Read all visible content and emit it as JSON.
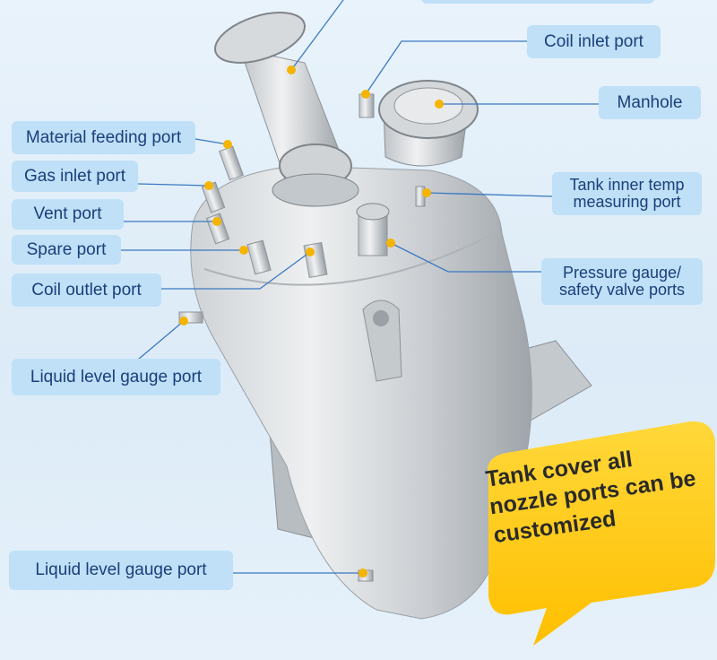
{
  "labels": {
    "coil_inlet": "Coil inlet port",
    "manhole": "Manhole",
    "material_feeding": "Material feeding port",
    "gas_inlet": "Gas inlet port",
    "vent": "Vent port",
    "spare": "Spare port",
    "coil_outlet": "Coil outlet port",
    "tank_temp_line1": "Tank inner temp",
    "tank_temp_line2": "measuring port",
    "pressure_line1": "Pressure gauge/",
    "pressure_line2": "safety valve ports",
    "liquid_level_upper": "Liquid level gauge port",
    "liquid_level_lower": "Liquid level gauge port"
  },
  "callout": {
    "line1": "Tank cover all",
    "line2": "nozzle ports can be",
    "line3": "customized"
  },
  "colors": {
    "label_bg": "#bfe0f7",
    "label_text": "#1a3f7a",
    "leader_line": "#3a78c2",
    "port_dot": "#f5b400",
    "bubble": "#ffcc14"
  }
}
